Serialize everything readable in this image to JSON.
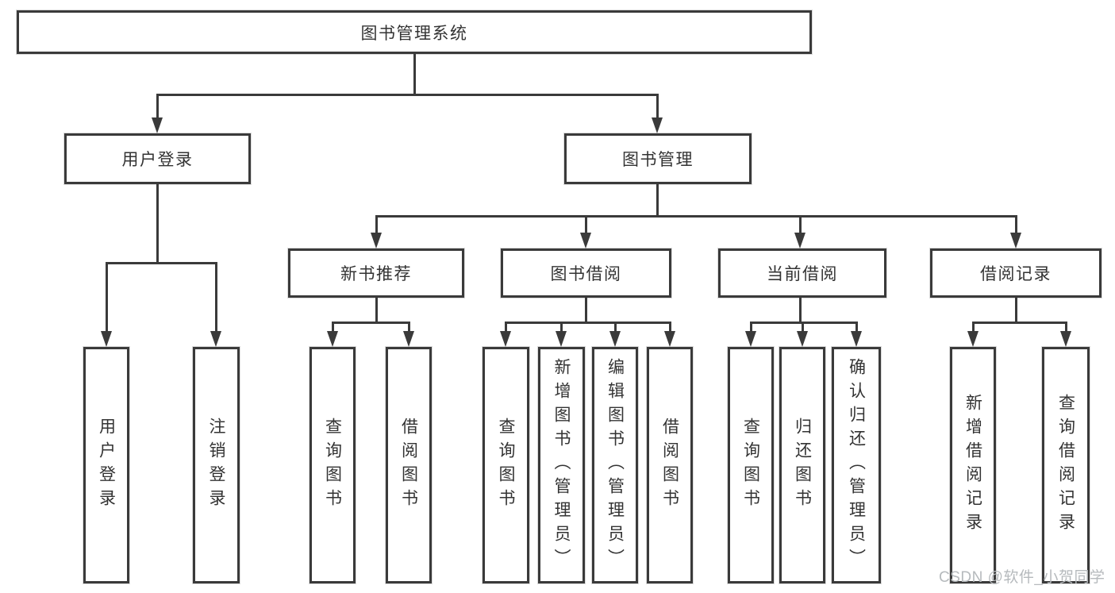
{
  "diagram": {
    "root": {
      "label": "图书管理系统"
    },
    "branches": {
      "user_login": {
        "label": "用户登录",
        "children": [
          "用户登录",
          "注销登录"
        ]
      },
      "book_mgmt": {
        "label": "图书管理"
      }
    },
    "modules": [
      {
        "label": "新书推荐",
        "children": [
          "查询图书",
          "借阅图书"
        ]
      },
      {
        "label": "图书借阅",
        "children": [
          "查询图书",
          "新增图书（管理员）",
          "编辑图书（管理员）",
          "借阅图书"
        ]
      },
      {
        "label": "当前借阅",
        "children": [
          "查询图书",
          "归还图书",
          "确认归还（管理员）"
        ]
      },
      {
        "label": "借阅记录",
        "children": [
          "新增借阅记录",
          "查询借阅记录"
        ]
      }
    ],
    "watermark": "CSDN @软件_小贺同学",
    "colors": {
      "line": "#3a3a3a",
      "text": "#333333",
      "watermark": "#b6babd",
      "background": "#ffffff"
    }
  }
}
